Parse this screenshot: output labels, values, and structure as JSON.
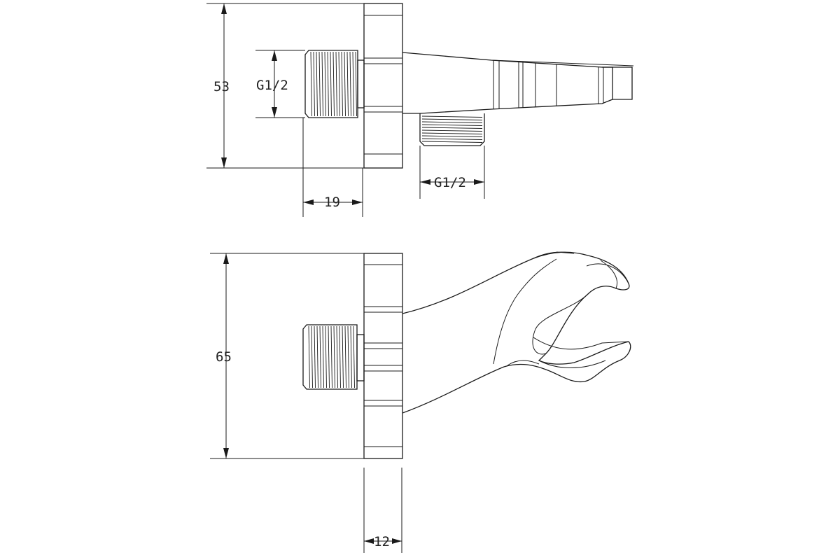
{
  "dimensions": {
    "top_height": "53",
    "top_thread_left": "G1/2",
    "top_thread_bottom": "G1/2",
    "top_depth": "19",
    "bottom_height": "65",
    "bottom_flange": "12"
  }
}
